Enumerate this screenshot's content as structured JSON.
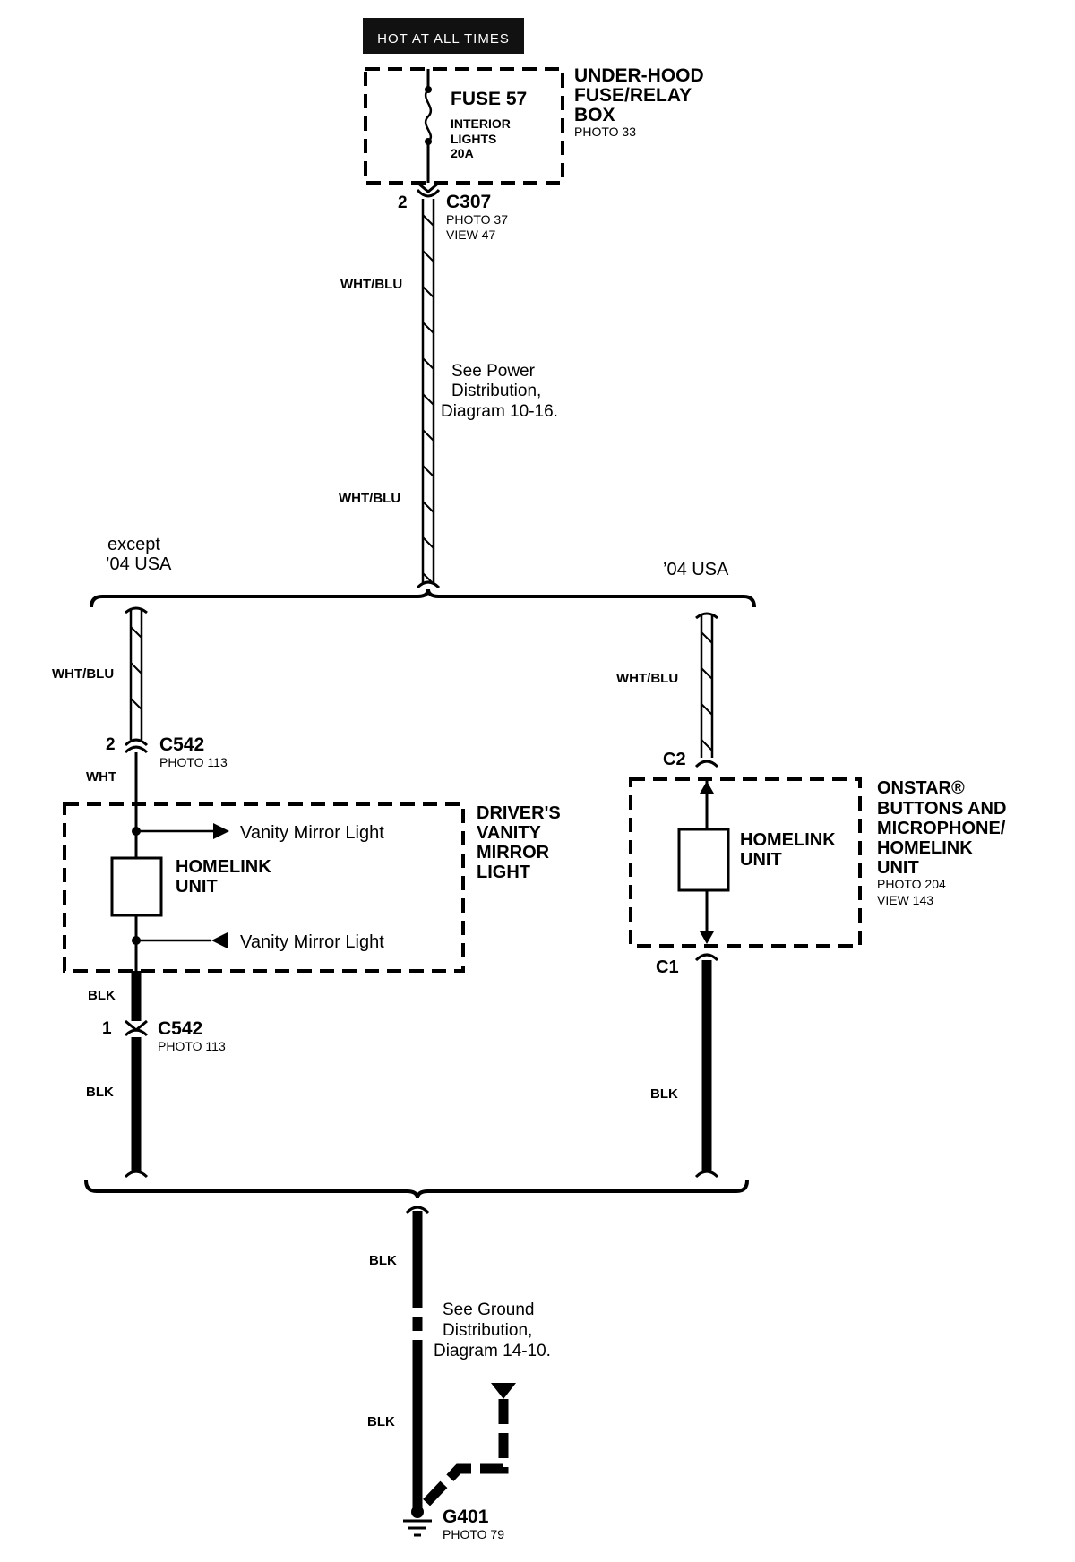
{
  "header": {
    "label": "HOT AT ALL TIMES"
  },
  "fuse_box": {
    "title": [
      "UNDER-HOOD",
      "FUSE/RELAY",
      "BOX"
    ],
    "photo": "PHOTO 33",
    "fuse_name": "FUSE 57",
    "fuse_desc": [
      "INTERIOR",
      "LIGHTS",
      "20A"
    ]
  },
  "c307": {
    "pin": "2",
    "name": "C307",
    "photo": "PHOTO 37",
    "view": "VIEW 47"
  },
  "wire_top": {
    "color1": "WHT/BLU",
    "color2": "WHT/BLU"
  },
  "note_power": [
    "See Power",
    "Distribution,",
    "Diagram 10-16."
  ],
  "branches": {
    "left": [
      "except",
      "’04 USA"
    ],
    "right": "’04 USA"
  },
  "left_branch": {
    "wire_in": "WHT/BLU",
    "c542_top": {
      "pin": "2",
      "name": "C542",
      "photo": "PHOTO 113"
    },
    "wire_wht": "WHT",
    "box_title": [
      "DRIVER'S",
      "VANITY",
      "MIRROR",
      "LIGHT"
    ],
    "unit": [
      "HOMELINK",
      "UNIT"
    ],
    "arrow_out": "Vanity Mirror Light",
    "arrow_in": "Vanity Mirror Light",
    "wire_blk1": "BLK",
    "c542_bot": {
      "pin": "1",
      "name": "C542",
      "photo": "PHOTO 113"
    },
    "wire_blk2": "BLK"
  },
  "right_branch": {
    "wire_in": "WHT/BLU",
    "c2": "C2",
    "unit": [
      "HOMELINK",
      "UNIT"
    ],
    "box_title": [
      "ONSTAR®",
      "BUTTONS AND",
      "MICROPHONE/",
      "HOMELINK",
      "UNIT"
    ],
    "photo": "PHOTO 204",
    "view": "VIEW 143",
    "c1": "C1",
    "wire_blk": "BLK"
  },
  "ground": {
    "wire1": "BLK",
    "wire2": "BLK",
    "note": [
      "See Ground",
      "Distribution,",
      "Diagram 14-10."
    ],
    "name": "G401",
    "photo": "PHOTO 79"
  }
}
